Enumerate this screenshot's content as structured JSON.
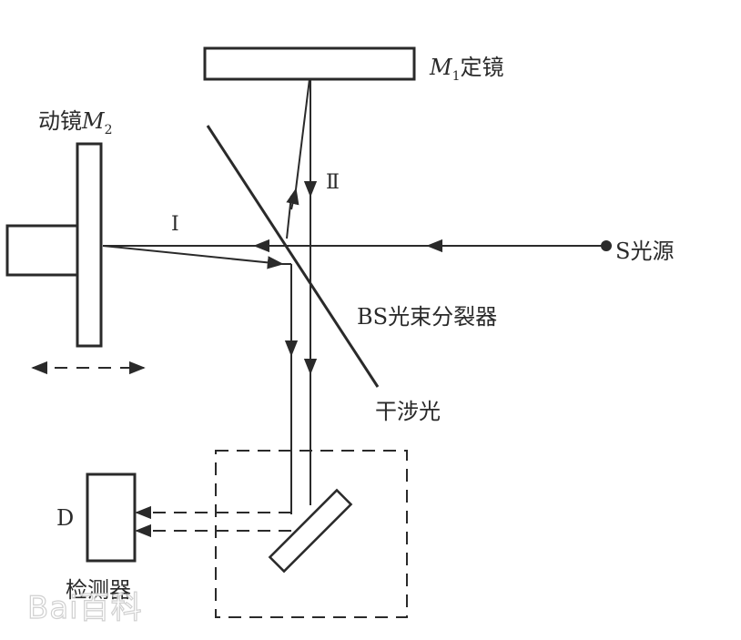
{
  "diagram": {
    "type": "Michelson interferometer schematic",
    "labels": {
      "fixed_mirror_symbol": "M",
      "fixed_mirror_sub": "1",
      "fixed_mirror_text": "定镜",
      "moving_mirror_text": "动镜",
      "moving_mirror_symbol": "M",
      "moving_mirror_sub": "2",
      "beam_I": "Ⅰ",
      "beam_II": "Ⅱ",
      "source": "S光源",
      "beam_splitter": "BS光束分裂器",
      "interference_light": "干涉光",
      "detector_letter": "D",
      "detector_text": "检测器"
    },
    "watermark": "Bai百科"
  }
}
